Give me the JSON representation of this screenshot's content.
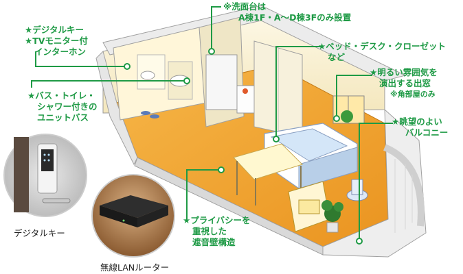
{
  "callouts": {
    "washbasin": {
      "line1": "※洗面台は",
      "line2": "A棟1F・A～D棟3Fのみ設置"
    },
    "digital": {
      "line1": "デジタルキー",
      "line2": "TVモニター付",
      "line3": "インターホン"
    },
    "bath": {
      "line1": "バス・トイレ・",
      "line2": "シャワー付きの",
      "line3": "ユニットバス"
    },
    "bed": {
      "line1": "ベッド・デスク・クローゼット",
      "line2": "など"
    },
    "window": {
      "line1": "明るい雰囲気を",
      "line2": "演出する出窓",
      "note": "※角部屋のみ"
    },
    "balcony": {
      "line1": "眺望のよい",
      "line2": "バルコニー"
    },
    "privacy": {
      "line1": "プライバシーを",
      "line2": "重視した",
      "line3": "遮音壁構造"
    }
  },
  "star": "★",
  "captions": {
    "digital_key": "デジタルキー",
    "router": "無線LANルーター"
  },
  "colors": {
    "accent": "#1e9a45",
    "floor": "#f3a52a",
    "wall": "#fbf3d6"
  }
}
